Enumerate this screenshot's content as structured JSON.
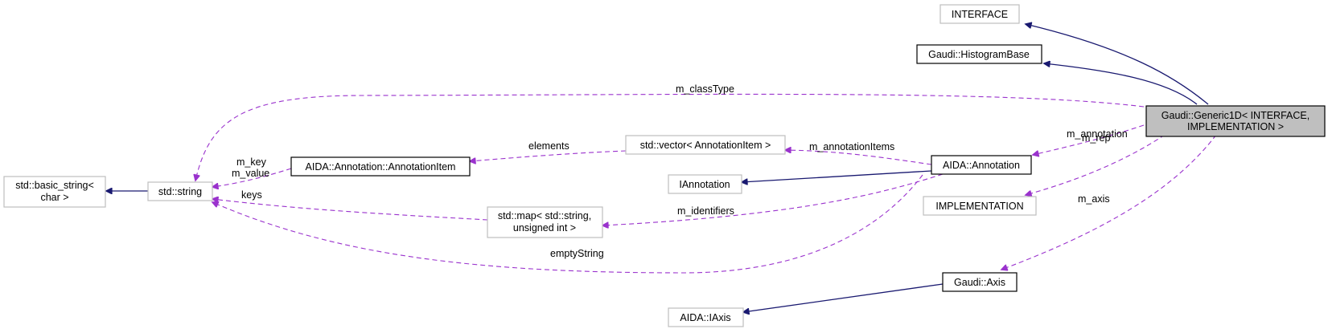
{
  "nodes": {
    "interface": {
      "label": "INTERFACE"
    },
    "histogram_base": {
      "label": "Gaudi::HistogramBase"
    },
    "generic1d": {
      "lines": [
        "Gaudi::Generic1D< INTERFACE,",
        "IMPLEMENTATION >"
      ]
    },
    "basic_string": {
      "lines": [
        "std::basic_string<",
        "char >"
      ]
    },
    "std_string": {
      "label": "std::string"
    },
    "annotation_item": {
      "label": "AIDA::Annotation::AnnotationItem"
    },
    "vector": {
      "label": "std::vector< AnnotationItem >"
    },
    "iannotation": {
      "label": "IAnnotation"
    },
    "annotation": {
      "label": "AIDA::Annotation"
    },
    "implementation": {
      "label": "IMPLEMENTATION"
    },
    "map": {
      "lines": [
        "std::map< std::string,",
        "unsigned int >"
      ]
    },
    "axis": {
      "label": "Gaudi::Axis"
    },
    "iaxis": {
      "label": "AIDA::IAxis"
    }
  },
  "edge_labels": {
    "m_classType": "m_classType",
    "m_key_value": [
      "m_key",
      "m_value"
    ],
    "elements": "elements",
    "m_annotationItems": "m_annotationItems",
    "m_annotation": "m_annotation",
    "keys": "keys",
    "m_identifiers": "m_identifiers",
    "m_rep": "m_rep",
    "m_axis": "m_axis",
    "emptyString": "emptyString"
  },
  "colors": {
    "inheritance": "#191970",
    "usage": "#9a32cd",
    "focus_fill": "#bfbfbf",
    "documented_border": "#000000",
    "undocumented_border": "#bfbfbf"
  }
}
